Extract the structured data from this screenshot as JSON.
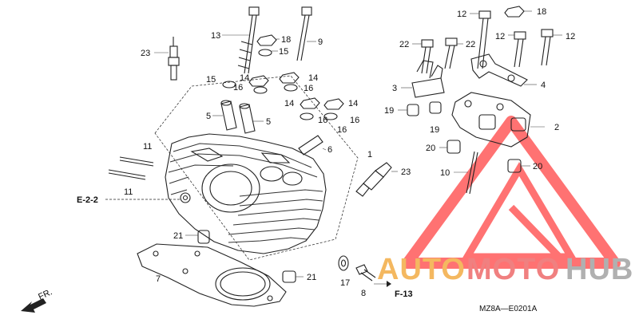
{
  "callouts": {
    "c23a": "23",
    "c13": "13",
    "c18a": "18",
    "c15a": "15",
    "c9": "9",
    "c15b": "15",
    "c16a": "16",
    "c14a": "14",
    "c14b": "14",
    "c16b": "16",
    "c14c": "14",
    "c14d": "14",
    "c16c": "16",
    "c16d": "16",
    "c5a": "5",
    "c5b": "5",
    "c6": "6",
    "c1": "1",
    "c11a": "11",
    "c11b": "11",
    "c23b": "23",
    "c21a": "21",
    "c21b": "21",
    "c7": "7",
    "c17": "17",
    "c8": "8",
    "c12a": "12",
    "c18b": "18",
    "c12b": "12",
    "c12c": "12",
    "c22a": "22",
    "c22b": "22",
    "c3": "3",
    "c4": "4",
    "c19a": "19",
    "c19b": "19",
    "c2": "2",
    "c20a": "20",
    "c20b": "20",
    "c10": "10"
  },
  "references": {
    "e22": "E-2-2",
    "f13": "F-13"
  },
  "front_marker": "FR.",
  "diagram_code": "MZ8A—E0201A",
  "watermark": {
    "text_part1": "AUTO",
    "text_part2": "MOTO",
    "text_part3": "HUB",
    "color_part1": "#f4b860",
    "color_part2": "#f08080",
    "color_part3": "#b0b0b0",
    "triangle_color": "#ff5a5a",
    "logo_name": "automotohub-logo-triangle"
  }
}
